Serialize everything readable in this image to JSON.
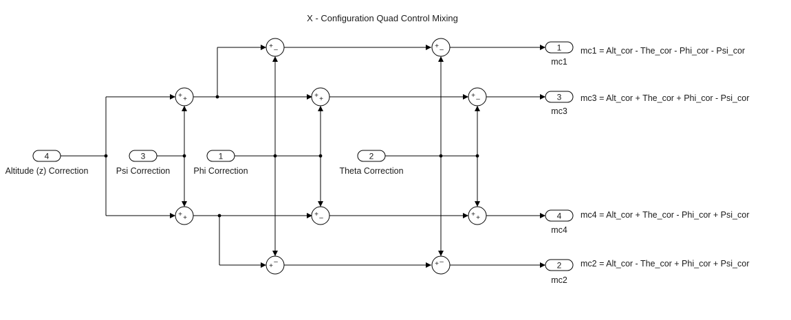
{
  "title": "X - Configuration Quad Control Mixing",
  "inports": [
    {
      "id": "alt",
      "number": "4",
      "label": "Altitude (z) Correction"
    },
    {
      "id": "psi",
      "number": "3",
      "label": "Psi Correction"
    },
    {
      "id": "phi",
      "number": "1",
      "label": "Phi Correction"
    },
    {
      "id": "theta",
      "number": "2",
      "label": "Theta Correction"
    }
  ],
  "outports": [
    {
      "id": "mc1",
      "number": "1",
      "name": "mc1",
      "equation": "mc1 = Alt_cor - The_cor - Phi_cor - Psi_cor"
    },
    {
      "id": "mc3",
      "number": "3",
      "name": "mc3",
      "equation": "mc3 = Alt_cor + The_cor + Phi_cor - Psi_cor"
    },
    {
      "id": "mc4",
      "number": "4",
      "name": "mc4",
      "equation": "mc4 = Alt_cor + The_cor - Phi_cor + Psi_cor"
    },
    {
      "id": "mc2",
      "number": "2",
      "name": "mc2",
      "equation": "mc2 = Alt_cor - The_cor + Phi_cor + Psi_cor"
    }
  ],
  "sums": [
    {
      "id": "s1",
      "signs": "+-"
    },
    {
      "id": "s2",
      "signs": "++"
    },
    {
      "id": "s3",
      "signs": "+-"
    },
    {
      "id": "s4",
      "signs": "++"
    },
    {
      "id": "s5",
      "signs": "+-"
    },
    {
      "id": "s6",
      "signs": "+-"
    },
    {
      "id": "s7",
      "signs": "++"
    },
    {
      "id": "s8",
      "signs": "++"
    },
    {
      "id": "s9",
      "signs": "+-"
    },
    {
      "id": "s10",
      "signs": "+-"
    },
    {
      "id": "s11",
      "signs": "++"
    },
    {
      "id": "s12",
      "signs": "++"
    }
  ]
}
